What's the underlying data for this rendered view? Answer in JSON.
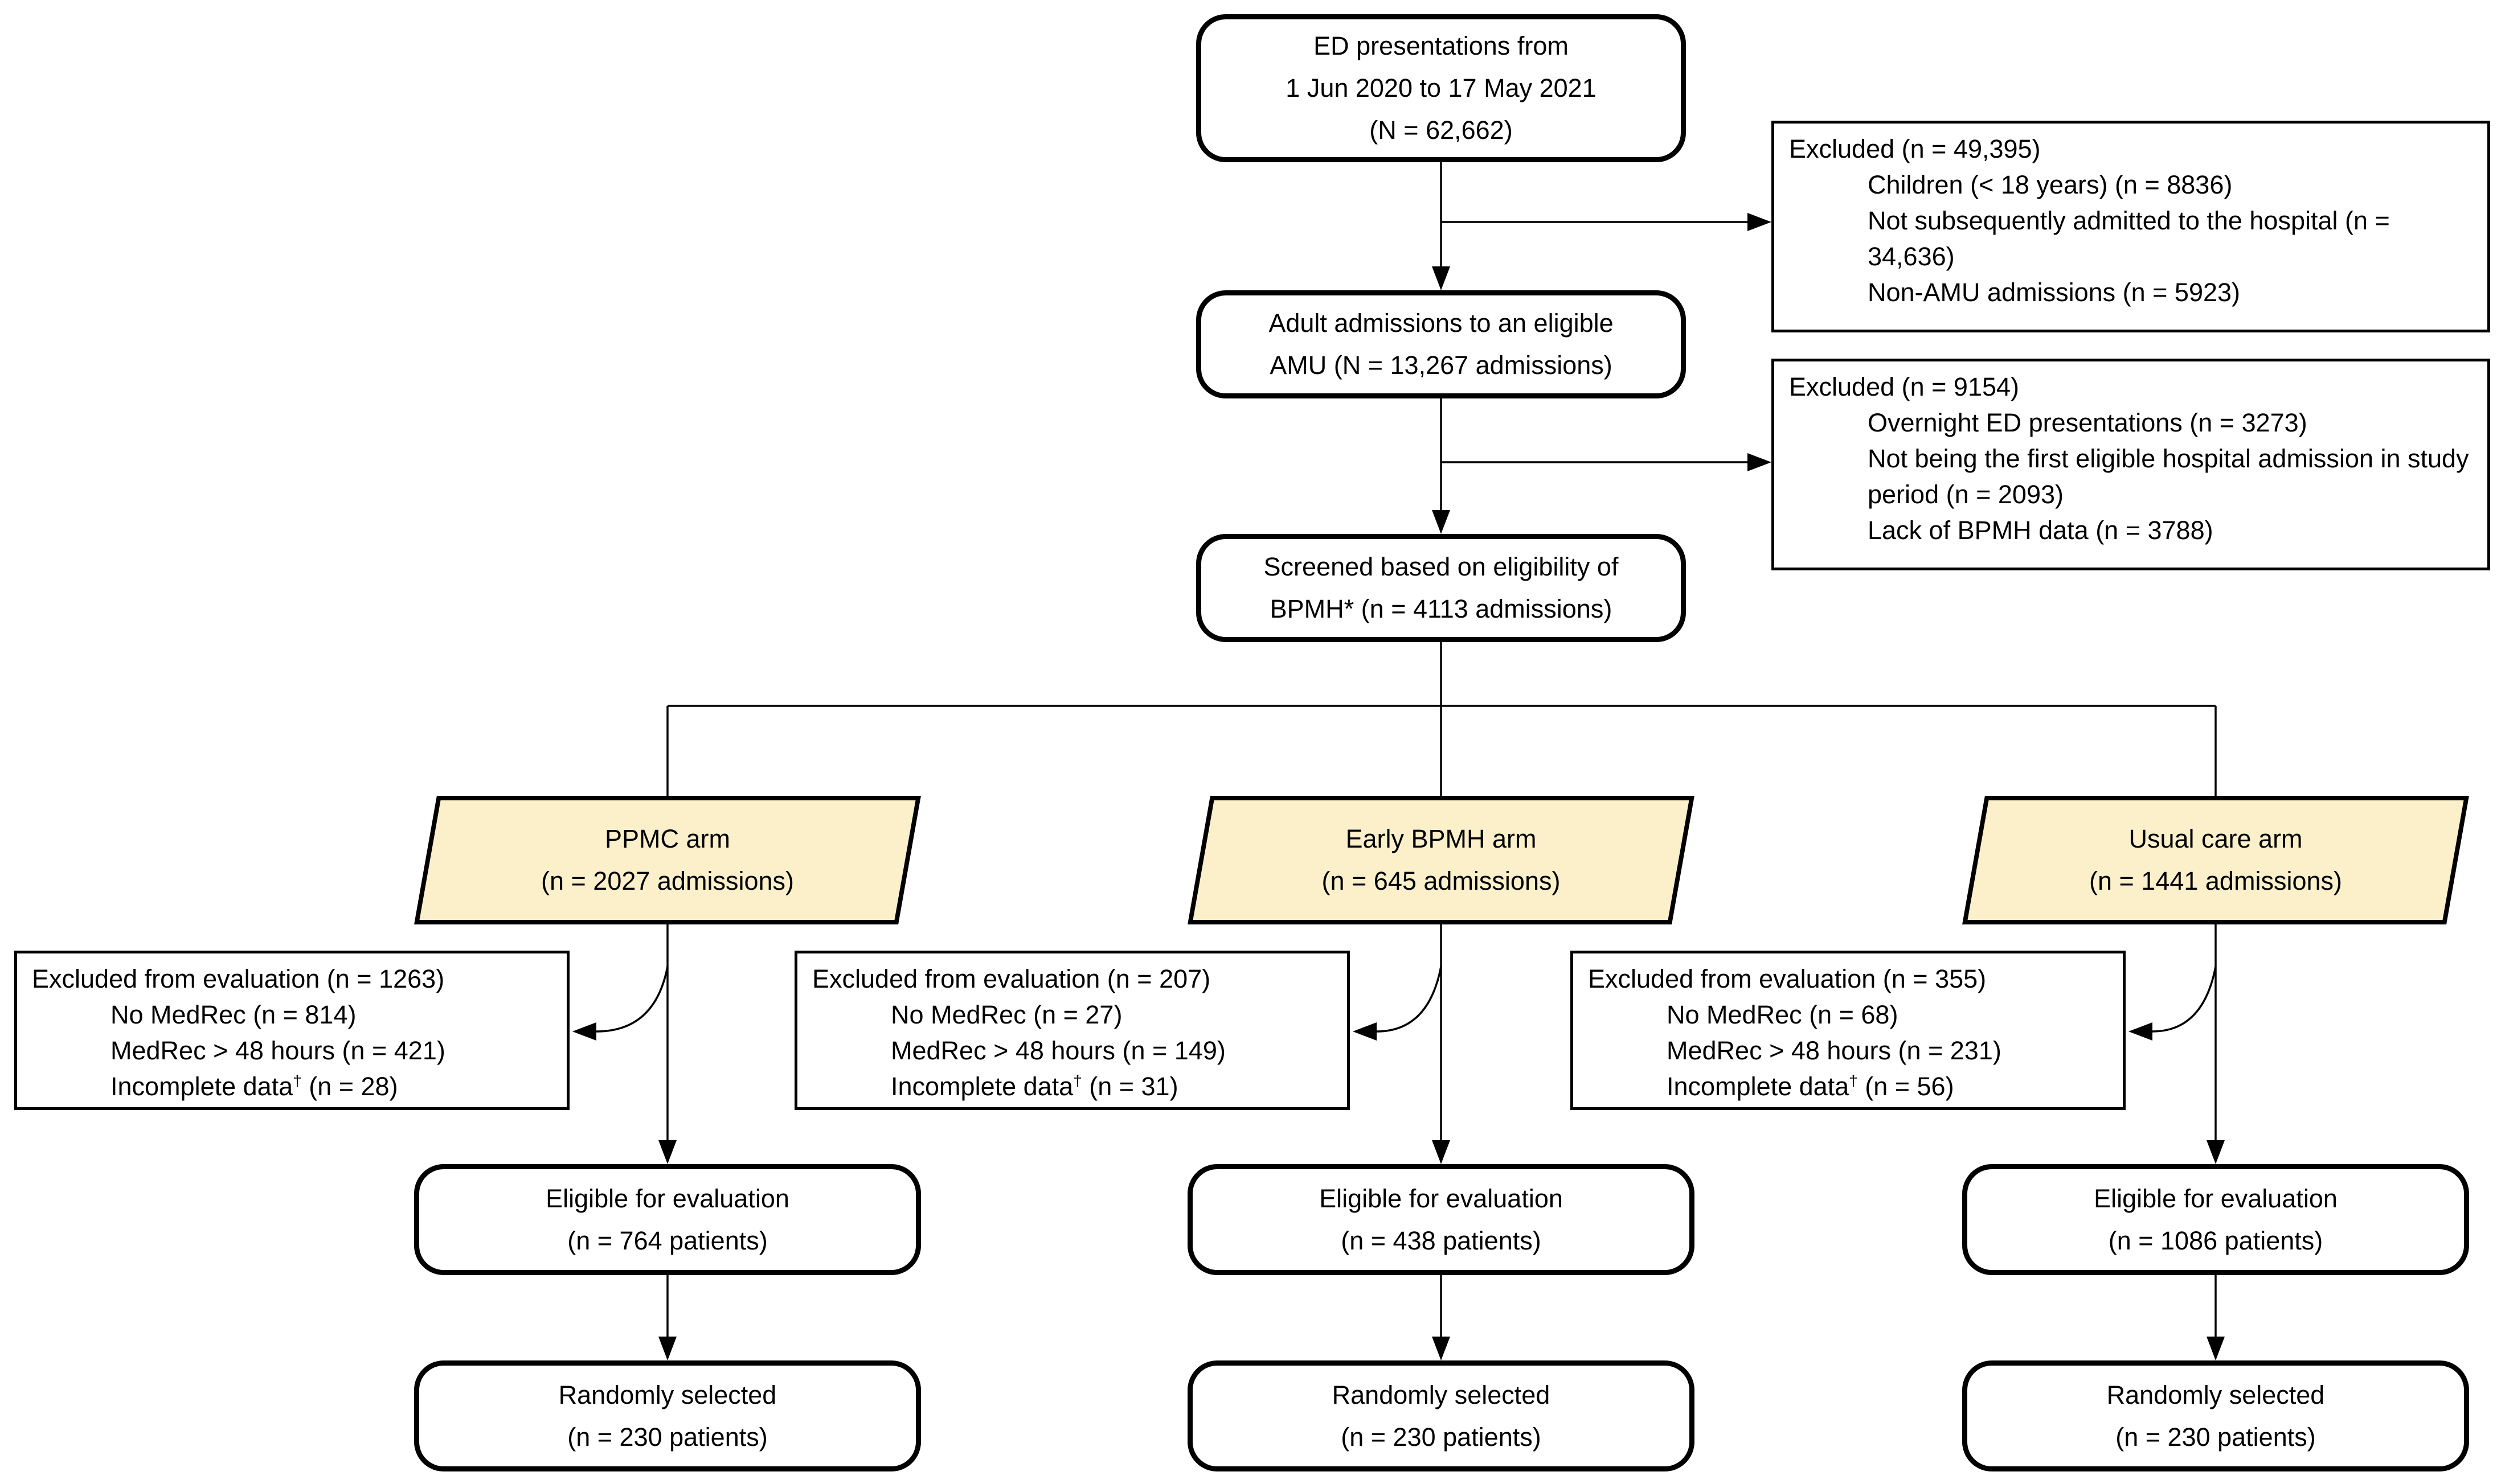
{
  "colors": {
    "arm_fill": "#FBF0C9",
    "line_color": "#000000",
    "background": "#FFFFFF"
  },
  "flow": {
    "top": {
      "lines": [
        "ED presentations from",
        "1 Jun 2020 to 17 May 2021",
        "(N = 62,662)"
      ]
    },
    "excluded_initial": {
      "title": "Excluded (n = 49,395)",
      "items": [
        "Children (< 18 years) (n = 8836)",
        "Not subsequently admitted to the hospital (n = 34,636)",
        "Non-AMU admissions (n = 5923)"
      ]
    },
    "adult_admissions": {
      "lines": [
        "Adult admissions to an eligible",
        "AMU (N = 13,267 admissions)"
      ]
    },
    "excluded_amu": {
      "title": "Excluded (n = 9154)",
      "items": [
        "Overnight ED presentations (n = 3273)",
        "Not being the first eligible hospital admission in study period (n = 2093)",
        "Lack of BPMH data (n = 3788)"
      ]
    },
    "screened": {
      "lines": [
        "Screened based on eligibility of",
        "BPMH* (n = 4113 admissions)"
      ]
    },
    "arms": [
      {
        "label": {
          "lines": [
            "PPMC arm",
            "(n = 2027 admissions)"
          ]
        },
        "excluded": {
          "title": "Excluded from evaluation (n = 1263)",
          "items": [
            "No MedRec (n = 814)",
            "MedRec > 48 hours (n = 421)"
          ],
          "incomplete": {
            "pre": "Incomplete data",
            "sup": "†",
            "post": " (n = 28)"
          }
        },
        "eligible": {
          "lines": [
            "Eligible for evaluation",
            "(n = 764 patients)"
          ]
        },
        "random": {
          "lines": [
            "Randomly selected",
            "(n = 230 patients)"
          ]
        }
      },
      {
        "label": {
          "lines": [
            "Early BPMH arm",
            "(n = 645 admissions)"
          ]
        },
        "excluded": {
          "title": "Excluded from evaluation (n = 207)",
          "items": [
            "No MedRec (n = 27)",
            "MedRec > 48 hours (n = 149)"
          ],
          "incomplete": {
            "pre": "Incomplete data",
            "sup": "†",
            "post": " (n = 31)"
          }
        },
        "eligible": {
          "lines": [
            "Eligible for evaluation",
            "(n = 438 patients)"
          ]
        },
        "random": {
          "lines": [
            "Randomly selected",
            "(n = 230 patients)"
          ]
        }
      },
      {
        "label": {
          "lines": [
            "Usual care arm",
            "(n = 1441 admissions)"
          ]
        },
        "excluded": {
          "title": "Excluded from evaluation (n = 355)",
          "items": [
            "No MedRec (n = 68)",
            "MedRec > 48 hours (n = 231)"
          ],
          "incomplete": {
            "pre": "Incomplete data",
            "sup": "†",
            "post": " (n = 56)"
          }
        },
        "eligible": {
          "lines": [
            "Eligible for evaluation",
            "(n = 1086 patients)"
          ]
        },
        "random": {
          "lines": [
            "Randomly selected",
            "(n = 230 patients)"
          ]
        }
      }
    ]
  }
}
